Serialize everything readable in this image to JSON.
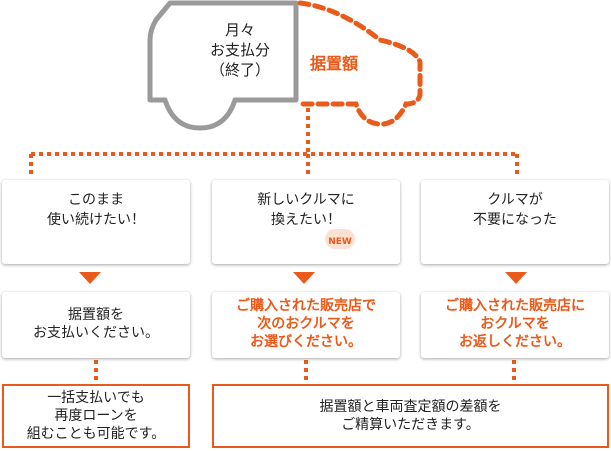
{
  "car": {
    "monthly_label": "月々\nお支払分\n（終了）",
    "deferred_label": "据置額"
  },
  "options": [
    {
      "question": "このまま\n使い続けたい！",
      "answer": "据置額を\nお支払いください。",
      "badge": ""
    },
    {
      "question": "新しいクルマに\n換えたい！",
      "answer": "ご購入された販売店で\n次のおクルマを\nお選びください。",
      "badge": "NEW"
    },
    {
      "question": "クルマが\n不要になった",
      "answer": "ご購入された販売店に\nおクルマを\nお返しください。",
      "badge": ""
    }
  ],
  "results": [
    "一括支払いでも\n再度ローンを\n組むことも可能です。",
    "据置額と車両査定額の差額を\nご精算いただきます。"
  ],
  "colors": {
    "accent": "#ea5a1a",
    "gray": "#9a9a9a",
    "light_gray": "#bdbdbd"
  }
}
